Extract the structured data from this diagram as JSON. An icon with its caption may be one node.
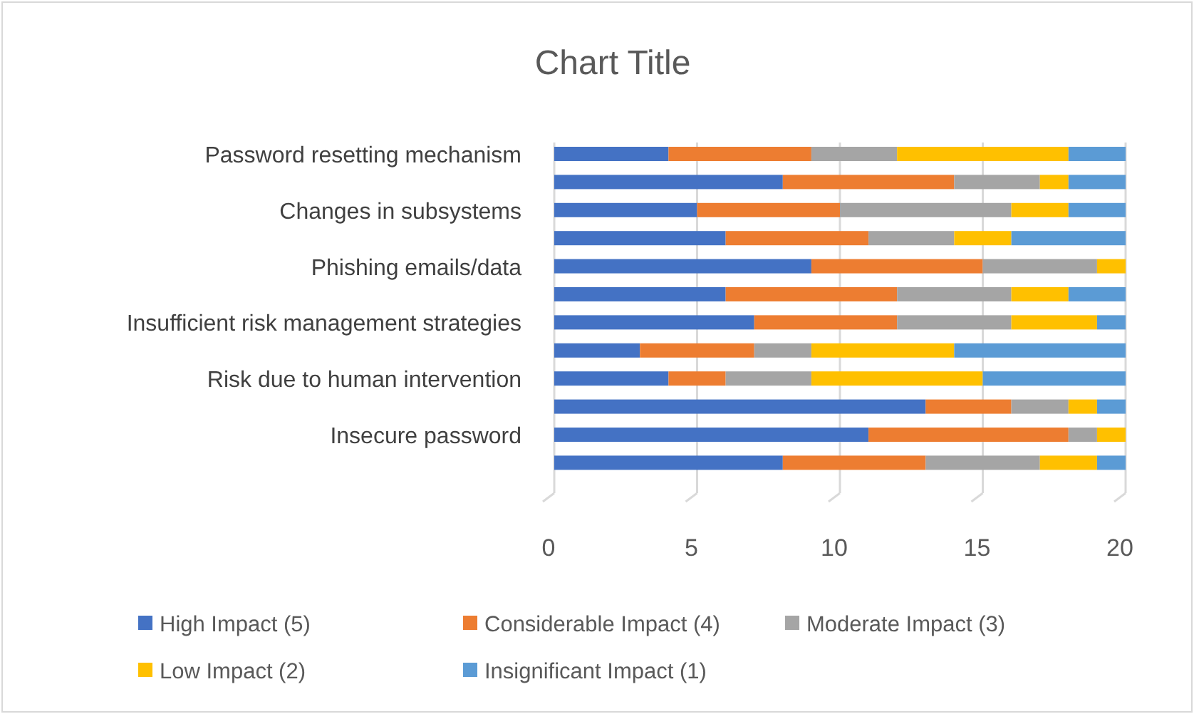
{
  "diagram": {
    "chart_data": {
      "type": "bar",
      "orientation": "horizontal",
      "stacked": true,
      "title": "Chart Title",
      "categories": [
        "Password resetting mechanism",
        null,
        "Changes in subsystems",
        null,
        "Phishing emails/data",
        null,
        "Insufficient risk management strategies",
        null,
        "Risk due to human intervention",
        null,
        "Insecure password",
        null
      ],
      "series": [
        {
          "name": "High Impact (5)",
          "color": "#4472c4",
          "values": [
            4,
            8,
            5,
            6,
            9,
            6,
            7,
            3,
            4,
            13,
            11,
            8
          ]
        },
        {
          "name": "Considerable Impact (4)",
          "color": "#ed7d31",
          "values": [
            5,
            6,
            5,
            5,
            6,
            6,
            5,
            4,
            2,
            3,
            7,
            5
          ]
        },
        {
          "name": "Moderate Impact (3)",
          "color": "#a5a5a5",
          "values": [
            3,
            3,
            6,
            3,
            4,
            4,
            4,
            2,
            3,
            2,
            1,
            4
          ]
        },
        {
          "name": "Low Impact (2)",
          "color": "#ffc000",
          "values": [
            6,
            1,
            2,
            2,
            1,
            2,
            3,
            5,
            6,
            1,
            1,
            2
          ]
        },
        {
          "name": "Insignificant Impact (1)",
          "color": "#5b9bd5",
          "values": [
            2,
            2,
            2,
            4,
            0,
            2,
            1,
            6,
            5,
            1,
            0,
            1
          ]
        }
      ],
      "xlim": [
        0,
        20
      ],
      "xticks": [
        0,
        5,
        10,
        15,
        20
      ],
      "legend": "bottom",
      "grid": true
    }
  }
}
